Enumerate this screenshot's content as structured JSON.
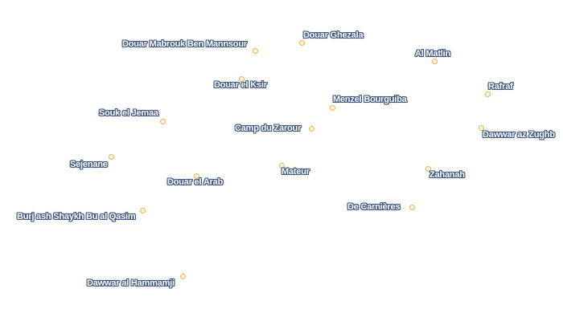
{
  "map": {
    "colors": {
      "label_text": "#ffffff",
      "label_halo": "#3b5580",
      "marker_fill": "#fff7de",
      "marker_stroke": "#f0b048",
      "background": "#ffffff"
    },
    "places": [
      {
        "id": "douar-ghezala",
        "name": "Douar Ghezala"
      },
      {
        "id": "douar-mabrouk-ben-mannsour",
        "name": "Douar Mabrouk Ben Mannsour"
      },
      {
        "id": "al-matlin",
        "name": "Al Matlin"
      },
      {
        "id": "douar-el-ksir",
        "name": "Douar el Ksir"
      },
      {
        "id": "rafraf",
        "name": "Rafraf"
      },
      {
        "id": "menzel-bourguiba",
        "name": "Menzel Bourguiba"
      },
      {
        "id": "souk-el-jemaa",
        "name": "Souk el Jemaa"
      },
      {
        "id": "camp-du-zarour",
        "name": "Camp du Zarour"
      },
      {
        "id": "dawwar-az-zughb",
        "name": "Dawwar az Zughb"
      },
      {
        "id": "sejenane",
        "name": "Sejenane"
      },
      {
        "id": "mateur",
        "name": "Mateur"
      },
      {
        "id": "zahanah",
        "name": "Zahanah"
      },
      {
        "id": "douar-el-arab",
        "name": "Douar el Arab"
      },
      {
        "id": "de-carnieres",
        "name": "De Carnières"
      },
      {
        "id": "burj-ash-shaykh-bu-al-qasim",
        "name": "Burj ash Shaykh Bu al Qasim"
      },
      {
        "id": "dawwar-al-hammamji",
        "name": "Dawwar al Hammamji"
      }
    ]
  }
}
